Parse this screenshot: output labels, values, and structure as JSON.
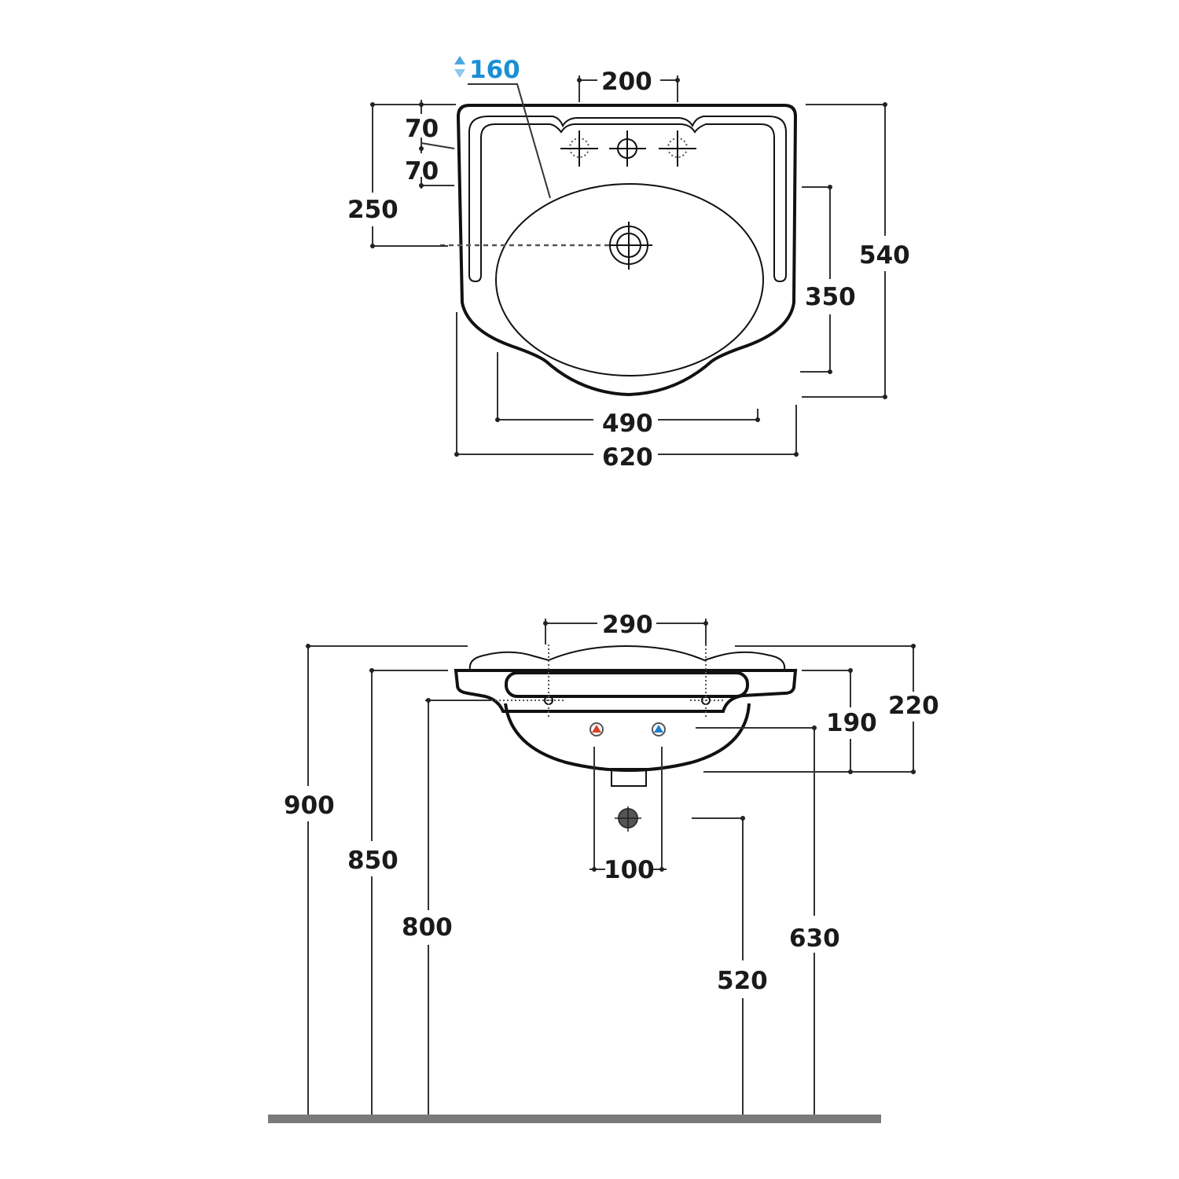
{
  "drawing": {
    "title": "Washbasin technical dimension drawing",
    "units": "mm",
    "colors": {
      "line": "#111111",
      "dimension": "#333333",
      "accent_blue": "#1a8fd6",
      "hot_red": "#d9412b",
      "cold_blue": "#1f7fc9",
      "floor": "#7a7a7a"
    }
  },
  "top_view": {
    "tap_hole_height_label": "160",
    "tap_hole_height_icon": "up-down-arrow-icon",
    "tap_spacing": "200",
    "tap_row_offset_1": "70",
    "tap_row_offset_2": "70",
    "drain_offset_from_back": "250",
    "bowl_depth": "350",
    "overall_depth": "540",
    "bowl_width": "490",
    "overall_width": "620"
  },
  "front_view": {
    "fixing_hole_spacing": "290",
    "rim_height_above_fixing": "190",
    "overall_height": "220",
    "top_height_from_floor": "900",
    "rim_height_from_floor": "850",
    "fixing_height_from_floor": "800",
    "supply_spacing": "100",
    "drain_height_from_floor": "520",
    "supply_height_from_floor": "630",
    "hot_supply_icon": "hot-water-red-triangle-icon",
    "cold_supply_icon": "cold-water-blue-triangle-icon"
  }
}
